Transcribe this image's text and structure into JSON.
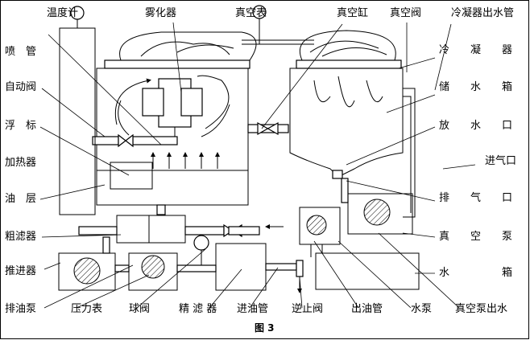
{
  "labels": {
    "top": {
      "thermometer": "温度计",
      "atomizer": "雾化器",
      "vacuum_gauge": "真空表",
      "vacuum_tank": "真空缸",
      "vacuum_valve": "真空阀",
      "condenser_outlet": "冷凝器出水管"
    },
    "left": {
      "nozzle": "喷　管",
      "auto_valve": "自动阀",
      "float_gauge": "浮　标",
      "heater": "加热器",
      "oil_layer": "油　层",
      "coarse_filter": "粗滤器",
      "thruster": "推进器",
      "oil_pump": "排油泵"
    },
    "right": {
      "condenser": "冷　　凝　　器",
      "water_storage": "储　　水　　箱",
      "drain_port": "放　　水　　口",
      "air_inlet": "进气口",
      "exhaust_port": "排　　气　　口",
      "vacuum_pump": "真　　空　　泵",
      "water_tank": "水　　　　　箱"
    },
    "bottom": {
      "pressure_gauge": "压力表",
      "ball_valve": "球阀",
      "fine_filter": "精 滤 器",
      "oil_inlet": "进油管",
      "check_valve": "逆止阀",
      "oil_outlet": "出油管",
      "water_pump": "水泵",
      "vacuum_pump_outlet": "真空泵出水"
    },
    "caption": "图 3"
  }
}
